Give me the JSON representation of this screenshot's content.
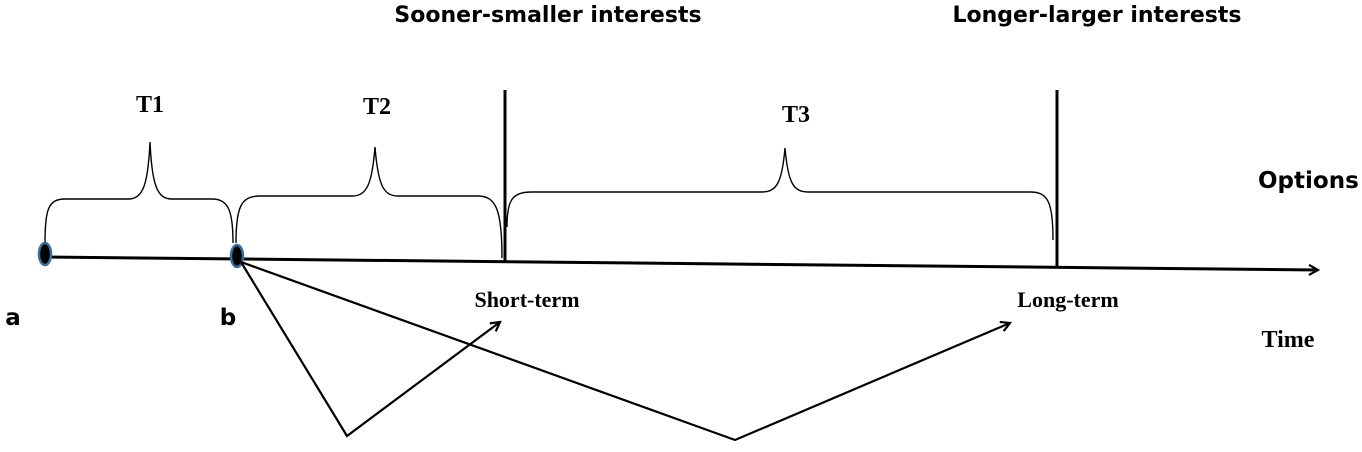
{
  "labels": {
    "sooner_smaller": "Sooner-smaller interests",
    "longer_larger": "Longer-larger interests",
    "options": "Options",
    "time": "Time",
    "point_a": "a",
    "point_b": "b",
    "t1": "T1",
    "t2": "T2",
    "t3": "T3",
    "short_term": "Short-term",
    "long_term": "Long-term"
  },
  "colors": {
    "line": "#000000",
    "point_fill": "#000000",
    "point_outline": "#3a6d9a",
    "background": "#ffffff"
  }
}
